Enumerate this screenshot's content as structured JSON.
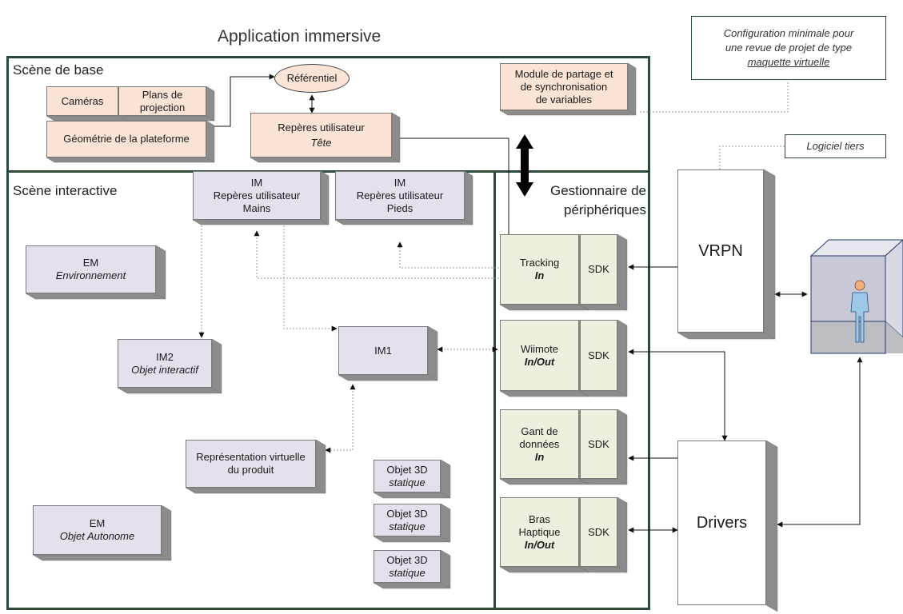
{
  "title": "Application immersive",
  "sections": {
    "base_scene": "Scène de base",
    "interactive_scene": "Scène interactive",
    "device_manager": [
      "Gestionnaire de",
      "périphériques"
    ]
  },
  "notes": {
    "config": [
      "Configuration minimale pour",
      "une revue de projet de type",
      "maquette virtuelle"
    ],
    "third_party": "Logiciel tiers"
  },
  "base_scene": {
    "cameras": "Caméras",
    "projection": [
      "Plans de",
      "projection"
    ],
    "geometry": "Géométrie de la plateforme",
    "referential": "Référentiel",
    "head": [
      "Repères utilisateur",
      "Tête"
    ],
    "sharing": [
      "Module de partage et",
      "de synchronisation",
      "de variables"
    ]
  },
  "interactive": {
    "hands": [
      "IM",
      "Repères utilisateur",
      "Mains"
    ],
    "feet": [
      "IM",
      "Repères utilisateur",
      "Pieds"
    ],
    "env": [
      "EM",
      "Environnement"
    ],
    "im2": [
      "IM2",
      "Objet interactif"
    ],
    "im1": "IM1",
    "product": [
      "Représentation virtuelle",
      "du produit"
    ],
    "autonomous": [
      "EM",
      "Objet Autonome"
    ],
    "static_objects": [
      [
        "Objet 3D",
        "statique"
      ],
      [
        "Objet 3D",
        "statique"
      ],
      [
        "Objet 3D",
        "statique"
      ]
    ]
  },
  "devices": [
    {
      "name": [
        "Tracking"
      ],
      "mode": "In",
      "sdk": "SDK"
    },
    {
      "name": [
        "Wiimote"
      ],
      "mode": "In/Out",
      "sdk": "SDK"
    },
    {
      "name": [
        "Gant de",
        "données"
      ],
      "mode": "In",
      "sdk": "SDK"
    },
    {
      "name": [
        "Bras",
        "Haptique"
      ],
      "mode": "In/Out",
      "sdk": "SDK"
    }
  ],
  "third_party": {
    "vrpn": "VRPN",
    "drivers": "Drivers"
  },
  "colors": {
    "frame": "#2b4a3a",
    "peach": "#fbe4d5",
    "lavender": "#e6e0ec",
    "green": "#ebf1de",
    "user_icon": "#9fc8e8"
  }
}
